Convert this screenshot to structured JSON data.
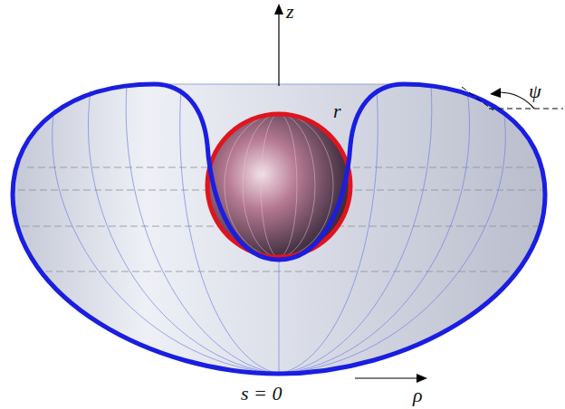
{
  "diagram": {
    "labels": [
      "z",
      "r",
      "ψ",
      "s = 0",
      "ρ"
    ]
  }
}
